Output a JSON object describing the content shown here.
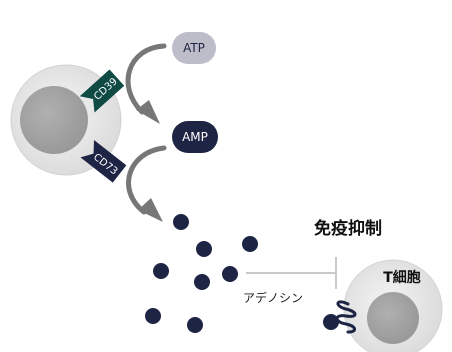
{
  "labels": {
    "atp": "ATP",
    "amp": "AMP",
    "cd39": "CD39",
    "cd73": "CD73",
    "immunosuppression": "免疫抑制",
    "adenosine": "アデノシン",
    "t_cell": "T細胞"
  },
  "colors": {
    "navy": "#1e2544",
    "teal": "#0f4a44",
    "atp_fill": "#bdbdc9",
    "arrow": "#777777",
    "cell_outer": "#e6e6e6",
    "cell_inner": "#a3a3a3",
    "inhibition_line": "#c9c9c9"
  }
}
